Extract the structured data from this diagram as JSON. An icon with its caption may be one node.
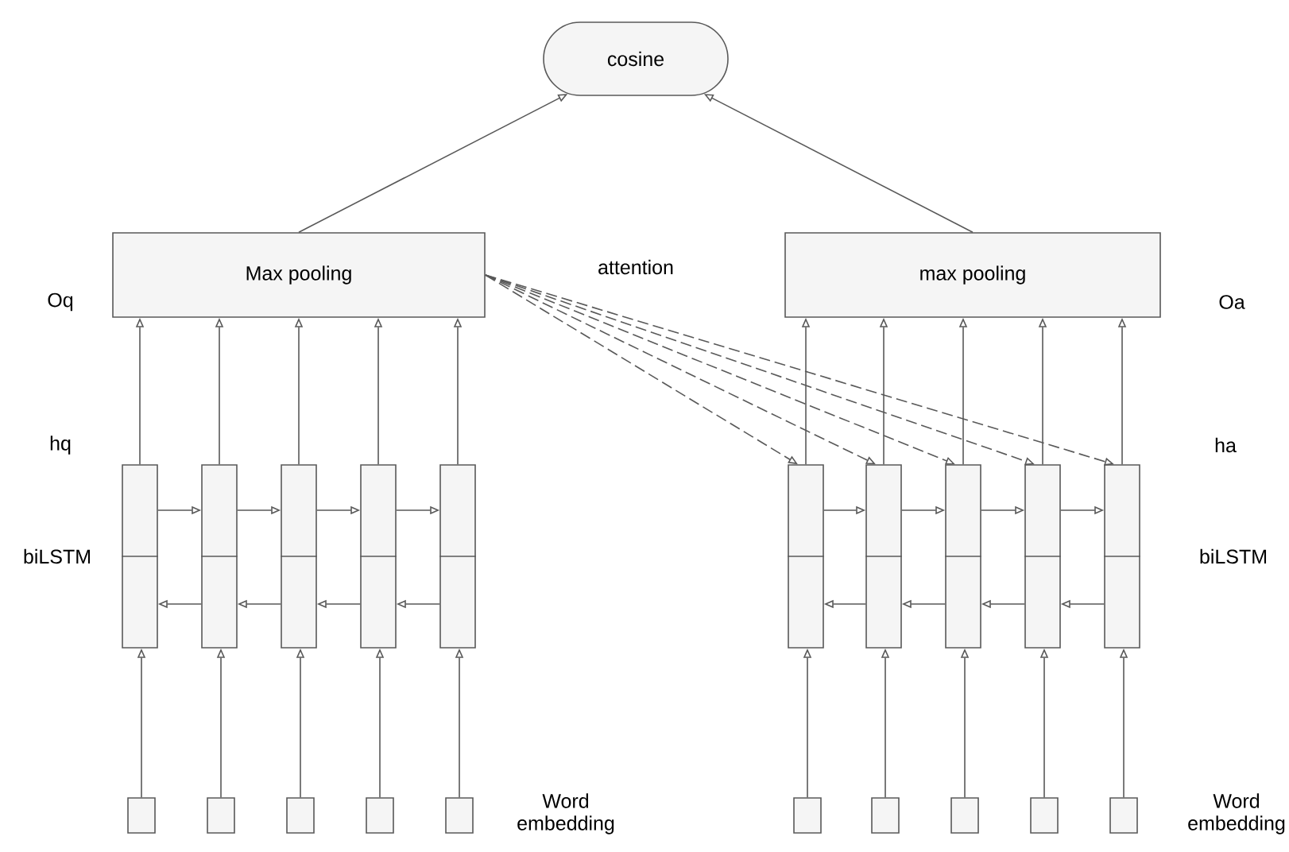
{
  "diagram": {
    "nodes": [
      {
        "text": [
          "cosine"
        ]
      },
      {
        "text": [
          "Max pooling"
        ]
      },
      {
        "text": [
          "max pooling"
        ]
      },
      {
        "text": [],
        "shape": "box"
      },
      {
        "text": [],
        "shape": "box"
      },
      {
        "text": [],
        "shape": "box"
      },
      {
        "text": [],
        "shape": "box"
      },
      {
        "text": [],
        "shape": "box"
      },
      {
        "text": [],
        "shape": "box"
      },
      {
        "text": [],
        "shape": "box"
      },
      {
        "text": [],
        "shape": "box"
      },
      {
        "text": [],
        "shape": "box"
      },
      {
        "text": [],
        "shape": "box"
      },
      {
        "text": [],
        "shape": "box"
      },
      {
        "text": [],
        "shape": "box"
      },
      {
        "text": [],
        "shape": "box"
      },
      {
        "text": [],
        "shape": "box"
      },
      {
        "text": [],
        "shape": "box"
      },
      {
        "text": [],
        "shape": "box"
      },
      {
        "text": [],
        "shape": "box"
      },
      {
        "text": [],
        "shape": "box"
      },
      {
        "text": [],
        "shape": "box"
      },
      {
        "text": [],
        "shape": "box"
      }
    ],
    "edges": [
      {
        "from": 1,
        "to": 0,
        "arrow": "to"
      },
      {
        "from": 2,
        "to": 0,
        "arrow": "to"
      },
      {
        "from": 3,
        "to": 1,
        "arrow": "to"
      },
      {
        "from": 4,
        "to": 1,
        "arrow": "to"
      },
      {
        "from": 5,
        "to": 1,
        "arrow": "to"
      },
      {
        "from": 6,
        "to": 1,
        "arrow": "to"
      },
      {
        "from": 7,
        "to": 1,
        "arrow": "to"
      },
      {
        "from": 8,
        "to": 2,
        "arrow": "to"
      },
      {
        "from": 9,
        "to": 2,
        "arrow": "to"
      },
      {
        "from": 10,
        "to": 2,
        "arrow": "to"
      },
      {
        "from": 11,
        "to": 2,
        "arrow": "to"
      },
      {
        "from": 12,
        "to": 2,
        "arrow": "to"
      },
      {
        "from": 1,
        "to": 8,
        "arrow": "to",
        "style": "dashed"
      },
      {
        "from": 1,
        "to": 9,
        "arrow": "to",
        "style": "dashed"
      },
      {
        "from": 1,
        "to": 10,
        "arrow": "to",
        "style": "dashed"
      },
      {
        "from": 1,
        "to": 11,
        "arrow": "to",
        "style": "dashed"
      },
      {
        "from": 1,
        "to": 12,
        "arrow": "to",
        "style": "dashed"
      },
      {
        "from": 3,
        "to": 4,
        "arrow": "to"
      },
      {
        "from": 4,
        "to": 5,
        "arrow": "to"
      },
      {
        "from": 5,
        "to": 6,
        "arrow": "to"
      },
      {
        "from": 6,
        "to": 7,
        "arrow": "to"
      },
      {
        "from": 4,
        "to": 3,
        "arrow": "to"
      },
      {
        "from": 5,
        "to": 4,
        "arrow": "to"
      },
      {
        "from": 6,
        "to": 5,
        "arrow": "to"
      },
      {
        "from": 7,
        "to": 6,
        "arrow": "to"
      },
      {
        "from": 8,
        "to": 9,
        "arrow": "to"
      },
      {
        "from": 9,
        "to": 10,
        "arrow": "to"
      },
      {
        "from": 10,
        "to": 11,
        "arrow": "to"
      },
      {
        "from": 11,
        "to": 12,
        "arrow": "to"
      },
      {
        "from": 9,
        "to": 8,
        "arrow": "to"
      },
      {
        "from": 10,
        "to": 9,
        "arrow": "to"
      },
      {
        "from": 11,
        "to": 10,
        "arrow": "to"
      },
      {
        "from": 12,
        "to": 11,
        "arrow": "to"
      },
      {
        "from": 13,
        "to": 3,
        "arrow": "to"
      },
      {
        "from": 14,
        "to": 4,
        "arrow": "to"
      },
      {
        "from": 15,
        "to": 5,
        "arrow": "to"
      },
      {
        "from": 16,
        "to": 6,
        "arrow": "to"
      },
      {
        "from": 17,
        "to": 7,
        "arrow": "to"
      },
      {
        "from": 18,
        "to": 8,
        "arrow": "to"
      },
      {
        "from": 19,
        "to": 9,
        "arrow": "to"
      },
      {
        "from": 20,
        "to": 10,
        "arrow": "to"
      },
      {
        "from": 21,
        "to": 11,
        "arrow": "to"
      },
      {
        "from": 22,
        "to": 12,
        "arrow": "to"
      }
    ],
    "labels": [
      "attention",
      "Oq",
      "Oa",
      "hq",
      "ha",
      "biLSTM",
      "biLSTM",
      "Word embedding",
      "Word embedding"
    ]
  }
}
